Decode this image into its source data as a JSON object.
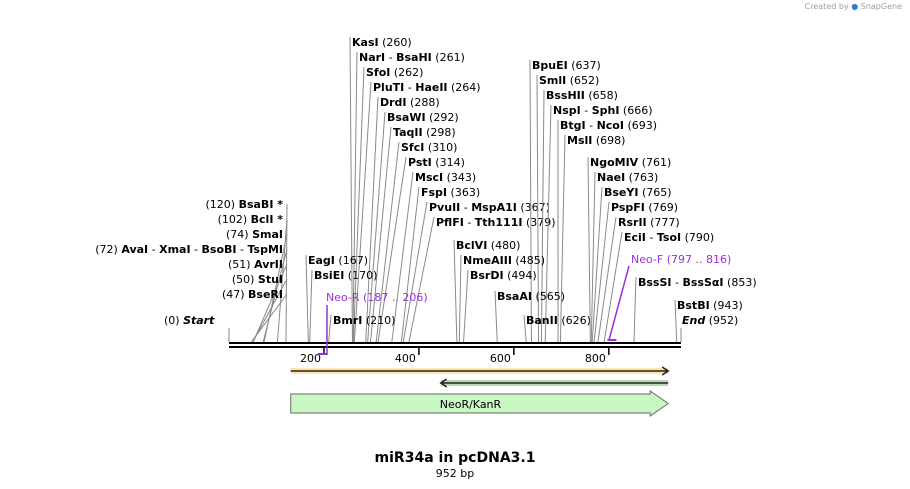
{
  "credit": {
    "prefix": "Created by",
    "brand": "SnapGene"
  },
  "map": {
    "title": "miR34a in pcDNA3.1",
    "size_label": "952 bp",
    "length": 952,
    "axis_ticks": [
      "200",
      "400",
      "600",
      "800"
    ],
    "start_label": {
      "position": "(0)",
      "name": "Start"
    },
    "end_label": {
      "position": "(952)",
      "name": "End"
    }
  },
  "enzymes_left": [
    {
      "position": "(120)",
      "names": [
        "BsaBI *"
      ],
      "site": 120
    },
    {
      "position": "(102)",
      "names": [
        "BclI *"
      ],
      "site": 102
    },
    {
      "position": "(74)",
      "names": [
        "SmaI"
      ],
      "site": 74
    },
    {
      "position": "(72)",
      "names": [
        "AvaI",
        "XmaI",
        "BsoBI",
        "TspMI"
      ],
      "site": 72
    },
    {
      "position": "(51)",
      "names": [
        "AvrII"
      ],
      "site": 51
    },
    {
      "position": "(50)",
      "names": [
        "StuI"
      ],
      "site": 50
    },
    {
      "position": "(47)",
      "names": [
        "BseRI"
      ],
      "site": 47
    }
  ],
  "enzymes_right": [
    {
      "names": [
        "KasI"
      ],
      "position": "(260)",
      "site": 260
    },
    {
      "names": [
        "NarI",
        "BsaHI"
      ],
      "position": "(261)",
      "site": 261
    },
    {
      "names": [
        "SfoI"
      ],
      "position": "(262)",
      "site": 262
    },
    {
      "names": [
        "PluTI",
        "HaeII"
      ],
      "position": "(264)",
      "site": 264
    },
    {
      "names": [
        "DrdI"
      ],
      "position": "(288)",
      "site": 288
    },
    {
      "names": [
        "BsaWI"
      ],
      "position": "(292)",
      "site": 292
    },
    {
      "names": [
        "TaqII"
      ],
      "position": "(298)",
      "site": 298
    },
    {
      "names": [
        "SfcI"
      ],
      "position": "(310)",
      "site": 310
    },
    {
      "names": [
        "PstI"
      ],
      "position": "(314)",
      "site": 314
    },
    {
      "names": [
        "MscI"
      ],
      "position": "(343)",
      "site": 343
    },
    {
      "names": [
        "FspI"
      ],
      "position": "(363)",
      "site": 363
    },
    {
      "names": [
        "PvuII",
        "MspA1I"
      ],
      "position": "(367)",
      "site": 367
    },
    {
      "names": [
        "PflFI",
        "Tth111I"
      ],
      "position": "(379)",
      "site": 379
    },
    {
      "names": [
        "EagI"
      ],
      "position": "(167)",
      "site": 167
    },
    {
      "names": [
        "BsiEI"
      ],
      "position": "(170)",
      "site": 170
    },
    {
      "names": [
        "BmrI"
      ],
      "position": "(210)",
      "site": 210
    },
    {
      "names": [
        "BpuEI"
      ],
      "position": "(637)",
      "site": 637
    },
    {
      "names": [
        "SmlI"
      ],
      "position": "(652)",
      "site": 652
    },
    {
      "names": [
        "BssHII"
      ],
      "position": "(658)",
      "site": 658
    },
    {
      "names": [
        "NspI",
        "SphI"
      ],
      "position": "(666)",
      "site": 666
    },
    {
      "names": [
        "BtgI",
        "NcoI"
      ],
      "position": "(693)",
      "site": 693
    },
    {
      "names": [
        "MslI"
      ],
      "position": "(698)",
      "site": 698
    },
    {
      "names": [
        "BclVI"
      ],
      "position": "(480)",
      "site": 480
    },
    {
      "names": [
        "NmeAIII"
      ],
      "position": "(485)",
      "site": 485
    },
    {
      "names": [
        "BsrDI"
      ],
      "position": "(494)",
      "site": 494
    },
    {
      "names": [
        "BsaAI"
      ],
      "position": "(565)",
      "site": 565
    },
    {
      "names": [
        "BanII"
      ],
      "position": "(626)",
      "site": 626
    },
    {
      "names": [
        "NgoMIV"
      ],
      "position": "(761)",
      "site": 761
    },
    {
      "names": [
        "NaeI"
      ],
      "position": "(763)",
      "site": 763
    },
    {
      "names": [
        "BseYI"
      ],
      "position": "(765)",
      "site": 765
    },
    {
      "names": [
        "PspFI"
      ],
      "position": "(769)",
      "site": 769
    },
    {
      "names": [
        "RsrII"
      ],
      "position": "(777)",
      "site": 777
    },
    {
      "names": [
        "EciI",
        "TsoI"
      ],
      "position": "(790)",
      "site": 790
    },
    {
      "names": [
        "BssSI",
        "BssSαI"
      ],
      "position": "(853)",
      "site": 853
    },
    {
      "names": [
        "BstBI"
      ],
      "position": "(943)",
      "site": 943
    }
  ],
  "primers": [
    {
      "name": "Neo-R",
      "range": "(187 .. 206)",
      "start": 187,
      "end": 206,
      "color": "#9b30d9"
    },
    {
      "name": "Neo-F",
      "range": "(797 .. 816)",
      "start": 797,
      "end": 816,
      "color": "#9b30d9"
    }
  ],
  "features": [
    {
      "name": "NeoR/KanR",
      "start": 130,
      "end": 925,
      "color": "#c9f7c4",
      "direction": "forward"
    }
  ],
  "orf_arrows": [
    {
      "start": 130,
      "end": 925,
      "color": "#f7b500",
      "direction": "forward"
    },
    {
      "start": 446,
      "end": 925,
      "color": "#2e8b1e",
      "direction": "reverse"
    }
  ],
  "colors": {
    "backbone": "#000000",
    "text": "#000000",
    "leader": "#8a8a8a"
  }
}
